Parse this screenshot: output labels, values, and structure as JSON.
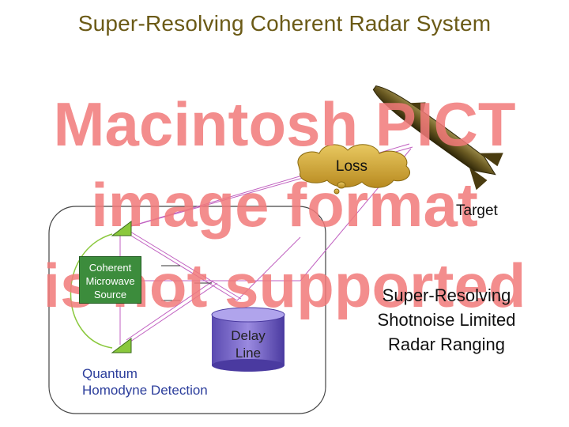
{
  "title": "Super-Resolving Coherent Radar System",
  "watermark": {
    "line1": "Macintosh PICT",
    "line2": "image format",
    "line3": "is not supported"
  },
  "labels": {
    "loss": "Loss",
    "target": "Target",
    "source_line1": "Coherent",
    "source_line2": "Microwave",
    "source_line3": "Source",
    "delay_line1": "Delay",
    "delay_line2": "Line",
    "detection_line1": "Quantum",
    "detection_line2": "Homodyne Detection"
  },
  "caption": {
    "line1": "Super-Resolving",
    "line2": "Shotnoise Limited",
    "line3": "Radar Ranging"
  },
  "colors": {
    "title": "#6b5a16",
    "watermark": "#f27a7a",
    "source_box": "#3c8c3c",
    "beam": "#b050c8",
    "cloud": "#c8a030",
    "missile": "#5a4a1a",
    "delay_line": "#7a6acb",
    "detector": "#8ac83c"
  }
}
